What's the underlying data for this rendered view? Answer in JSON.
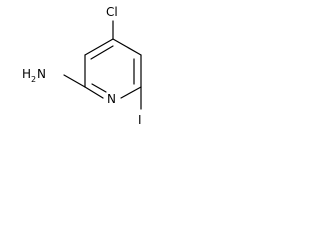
{
  "molecule": {
    "atoms": {
      "chlorine": "Cl",
      "amine_main": "H",
      "amine_sub": "2",
      "amine_n": "N",
      "ring_nitrogen": "N",
      "iodine": "I"
    },
    "colors": {
      "bond": "#000000",
      "label": "#000000",
      "background": "#ffffff"
    }
  }
}
